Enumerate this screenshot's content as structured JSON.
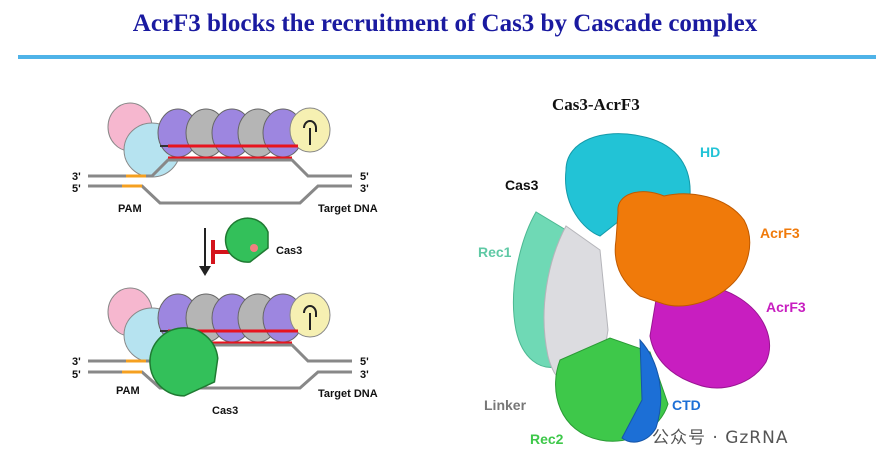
{
  "title": "AcrF3 blocks the recruitment of Cas3 by Cascade complex",
  "left_panel": {
    "top_diagram": {
      "top_strand_3": "3'",
      "top_strand_5": "5'",
      "bottom_strand_5": "5'",
      "bottom_strand_3": "3'",
      "pam": "PAM",
      "target_dna": "Target DNA"
    },
    "cas3_free": "Cas3",
    "bottom_diagram": {
      "top_strand_3": "3'",
      "top_strand_5": "5'",
      "bottom_strand_5": "5'",
      "bottom_strand_3": "3'",
      "pam": "PAM",
      "target_dna": "Target DNA",
      "cas3_bound": "Cas3"
    }
  },
  "right_panel": {
    "title": "Cas3-AcrF3",
    "labels": {
      "hd": "HD",
      "cas3": "Cas3",
      "rec1": "Rec1",
      "acrf3_a": "AcrF3",
      "acrf3_b": "AcrF3",
      "linker": "Linker",
      "ctd": "CTD",
      "rec2": "Rec2"
    }
  },
  "watermark": "公众号 · GzRNA",
  "colors": {
    "title": "#1a1aa0",
    "rule": "#4fb3e8",
    "hd": "#22c3d6",
    "acrf3_orange": "#f07a0a",
    "acrf3_magenta": "#c81ec0",
    "rec1": "#6fd9b5",
    "linker": "#d8d8dc",
    "rec2": "#3ec84a",
    "ctd": "#1c6fd6",
    "crrna": "#e8141e",
    "cas3_green": "#33c05a"
  }
}
